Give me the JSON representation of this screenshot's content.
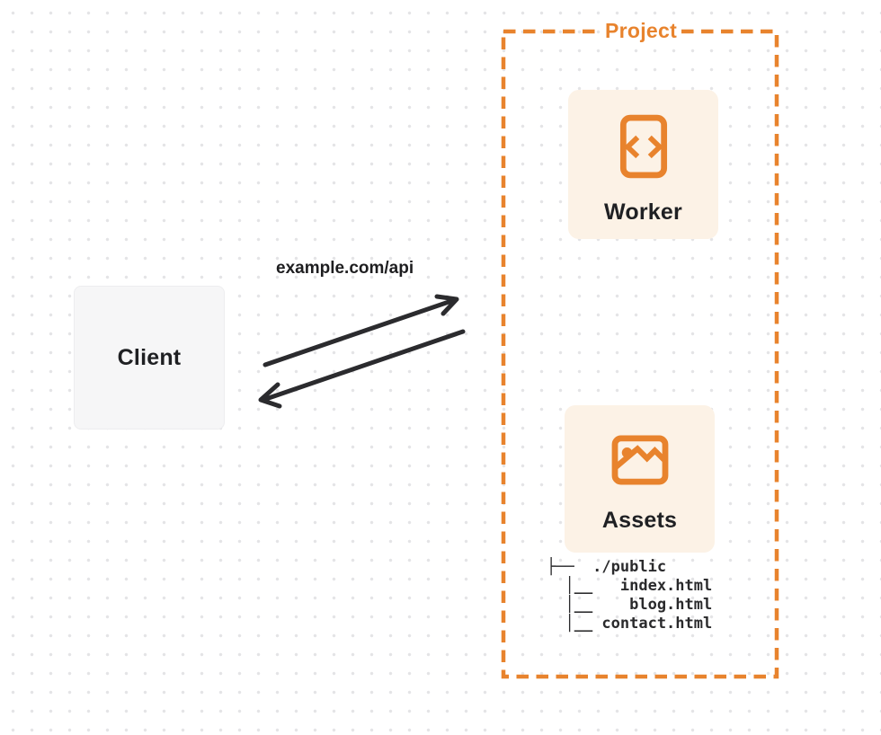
{
  "client": {
    "label": "Client"
  },
  "request_label": "example.com/api",
  "project": {
    "label": "Project",
    "worker": {
      "label": "Worker",
      "icon": "code-document-icon"
    },
    "assets": {
      "label": "Assets",
      "icon": "image-icon",
      "file_tree": "├──  ./public\n  │__   index.html\n  │__    blog.html\n  │__ contact.html",
      "files": [
        "./public",
        "index.html",
        "blog.html",
        "contact.html"
      ]
    }
  },
  "colors": {
    "accent_orange": "#e8832d",
    "node_fill": "#fcf2e6",
    "client_fill": "#f6f6f7",
    "arrow": "#2b2b2e",
    "text": "#1f2023",
    "dot_grid": "#e4e4e6"
  }
}
